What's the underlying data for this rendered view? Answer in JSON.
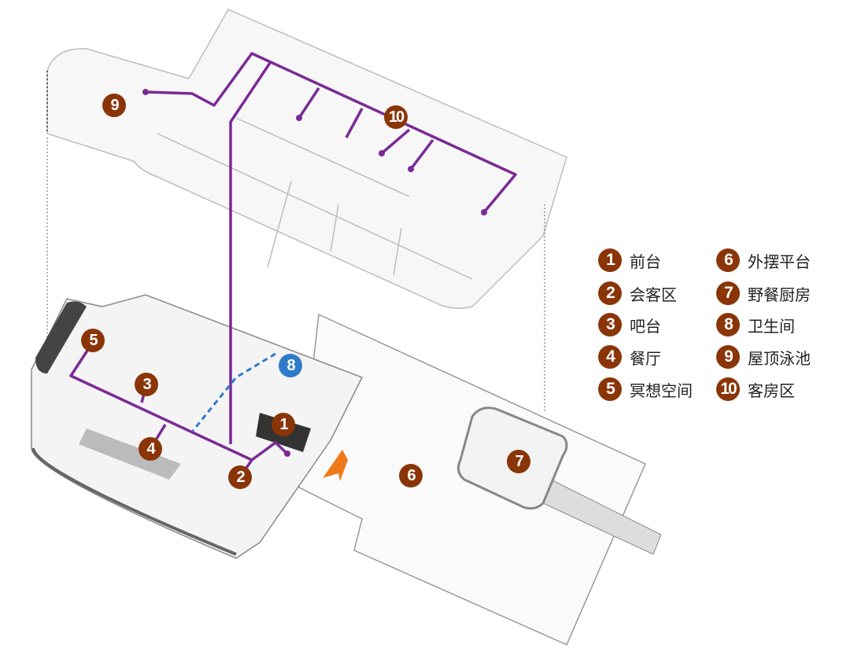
{
  "colors": {
    "marker": "#8a3508",
    "route": "#7a2a96",
    "restroom": "#2f7bc9",
    "entrance": "#f07a1a"
  },
  "markers": [
    {
      "num": "1",
      "kind": "zone"
    },
    {
      "num": "2",
      "kind": "zone"
    },
    {
      "num": "3",
      "kind": "zone"
    },
    {
      "num": "4",
      "kind": "zone"
    },
    {
      "num": "5",
      "kind": "zone"
    },
    {
      "num": "6",
      "kind": "zone"
    },
    {
      "num": "7",
      "kind": "zone"
    },
    {
      "num": "8",
      "kind": "restroom"
    },
    {
      "num": "9",
      "kind": "zone"
    },
    {
      "num": "10",
      "kind": "zone"
    }
  ],
  "legend": [
    {
      "num": "1",
      "label": "前台"
    },
    {
      "num": "2",
      "label": "会客区"
    },
    {
      "num": "3",
      "label": "吧台"
    },
    {
      "num": "4",
      "label": "餐厅"
    },
    {
      "num": "5",
      "label": "冥想空间"
    },
    {
      "num": "6",
      "label": "外摆平台"
    },
    {
      "num": "7",
      "label": "野餐厨房"
    },
    {
      "num": "8",
      "label": "卫生间"
    },
    {
      "num": "9",
      "label": "屋顶泳池"
    },
    {
      "num": "10",
      "label": "客房区"
    }
  ]
}
